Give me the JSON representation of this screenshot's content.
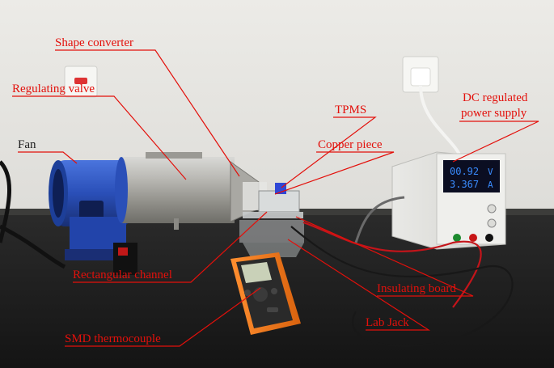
{
  "labels": {
    "shape_converter": "Shape converter",
    "regulating_valve": "Regulating valve",
    "fan": "Fan",
    "tpms": "TPMS",
    "copper_piece": "Copper piece",
    "dc_supply_line1": "DC regulated",
    "dc_supply_line2": "power supply",
    "rectangular_channel": "Rectangular channel",
    "insulating_board": "Insulating board",
    "lab_jack": "Lab Jack",
    "smd_thermocouple": "SMD thermocouple"
  },
  "power_supply_display": {
    "voltage": "00.92",
    "voltage_unit": "V",
    "current": "3.367",
    "current_unit": "A",
    "voltage_color": "#3a8cff",
    "current_color": "#3a8cff"
  },
  "colors": {
    "callout_red": "#e3100b",
    "label_dark": "#1b1b1b",
    "fan_blue": "#2a4fb8",
    "meter_orange": "#f07a1c"
  }
}
